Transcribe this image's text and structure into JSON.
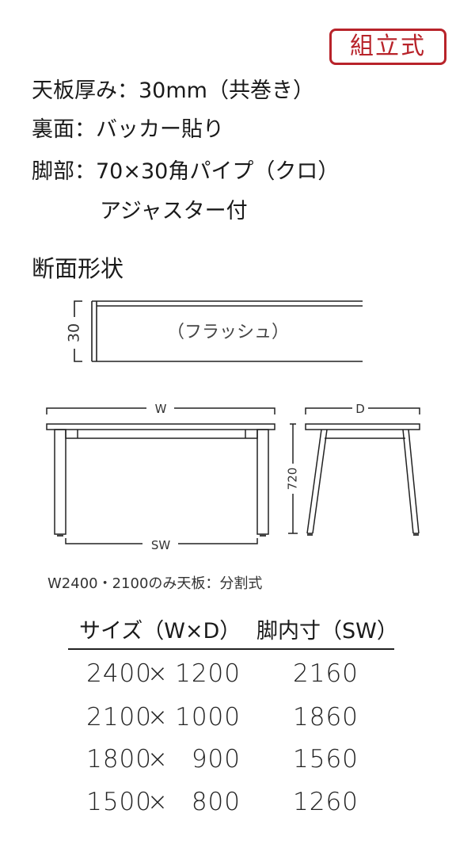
{
  "badge": {
    "label": "組立式",
    "color": "#b8232a"
  },
  "specs": [
    {
      "label": "天板厚み",
      "sep": "：",
      "value": "30mm（共巻き）"
    },
    {
      "label": "裏面",
      "sep": "：",
      "value": "バッカー貼り"
    },
    {
      "label": "脚部",
      "sep": "：",
      "value": "70×30角パイプ（クロ）"
    },
    {
      "label": "",
      "sep": "",
      "value": "アジャスター付"
    }
  ],
  "cross_section": {
    "title": "断面形状",
    "thickness_label": "30",
    "core_label": "（フラッシュ）"
  },
  "dimension_diagram": {
    "width_label": "W",
    "depth_label": "D",
    "height_label": "720",
    "leg_span_label": "SW"
  },
  "note": "W2400・2100のみ天板：分割式",
  "size_table": {
    "headers": [
      "サイズ（W×D）",
      "脚内寸（SW）"
    ],
    "rows": [
      {
        "w": "2400",
        "x": "×",
        "d": "1200",
        "sw": "2160"
      },
      {
        "w": "2100",
        "x": "×",
        "d": "1000",
        "sw": "1860"
      },
      {
        "w": "1800",
        "x": "×",
        "d": "900",
        "sw": "1560"
      },
      {
        "w": "1500",
        "x": "×",
        "d": "800",
        "sw": "1260"
      }
    ]
  }
}
